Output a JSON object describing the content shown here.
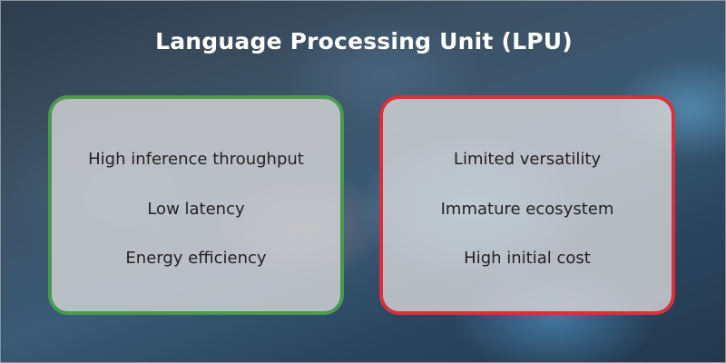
{
  "title": "Language Processing Unit (LPU)",
  "pros": {
    "items": [
      "High inference throughput",
      "Low latency",
      "Energy efficiency"
    ],
    "border_color": "#4a9a4e"
  },
  "cons": {
    "items": [
      "Limited versatility",
      "Immature ecosystem",
      "High initial cost"
    ],
    "border_color": "#d9303a"
  }
}
